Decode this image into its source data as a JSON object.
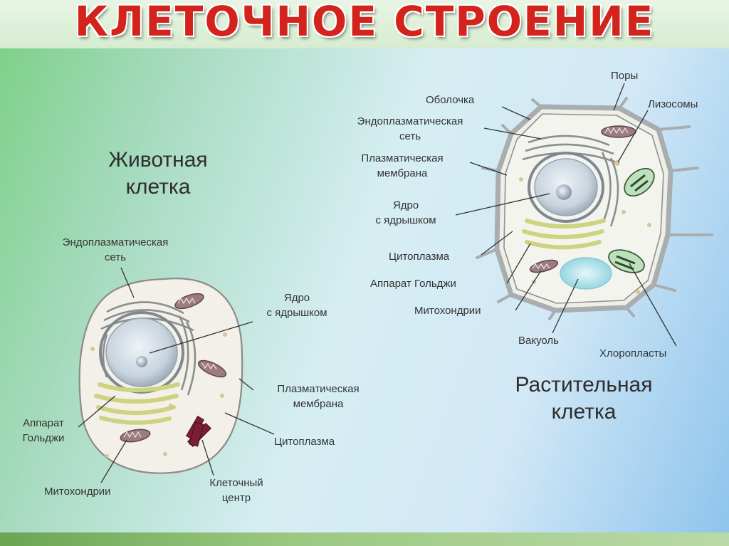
{
  "title": "КЛЕТОЧНОЕ СТРОЕНИЕ",
  "animal": {
    "heading": [
      "Животная",
      "клетка"
    ],
    "labels": {
      "er": [
        "Эндоплазматическая",
        "сеть"
      ],
      "nucleus": [
        "Ядро",
        "с ядрышком"
      ],
      "membrane": [
        "Плазматическая",
        "мембрана"
      ],
      "golgi": [
        "Аппарат",
        "Гольджи"
      ],
      "cytoplasm": "Цитоплазма",
      "mitochondria": "Митохондрии",
      "centrosome": [
        "Клеточный",
        "центр"
      ]
    }
  },
  "plant": {
    "heading": [
      "Растительная",
      "клетка"
    ],
    "labels": {
      "pores": "Поры",
      "wall": "Оболочка",
      "lysosomes": "Лизосомы",
      "er": [
        "Эндоплазматическая",
        "сеть"
      ],
      "membrane": [
        "Плазматическая",
        "мембрана"
      ],
      "nucleus": [
        "Ядро",
        "с ядрышком"
      ],
      "cytoplasm": "Цитоплазма",
      "golgi": "Аппарат Гольджи",
      "mitochondria": "Митохондрии",
      "vacuole": "Вакуоль",
      "chloroplasts": "Хлоропласты"
    }
  },
  "colors": {
    "title": "#d2241c",
    "cytoplasm": "#f2f0e8",
    "nucleus": "#c9d4de",
    "golgi": "#d8dd8e",
    "mitochondrion": "#8a6a70",
    "centrosome": "#7a1f33",
    "vacuole": "#a9dde6",
    "chloroplast": "#bfe0bd"
  }
}
